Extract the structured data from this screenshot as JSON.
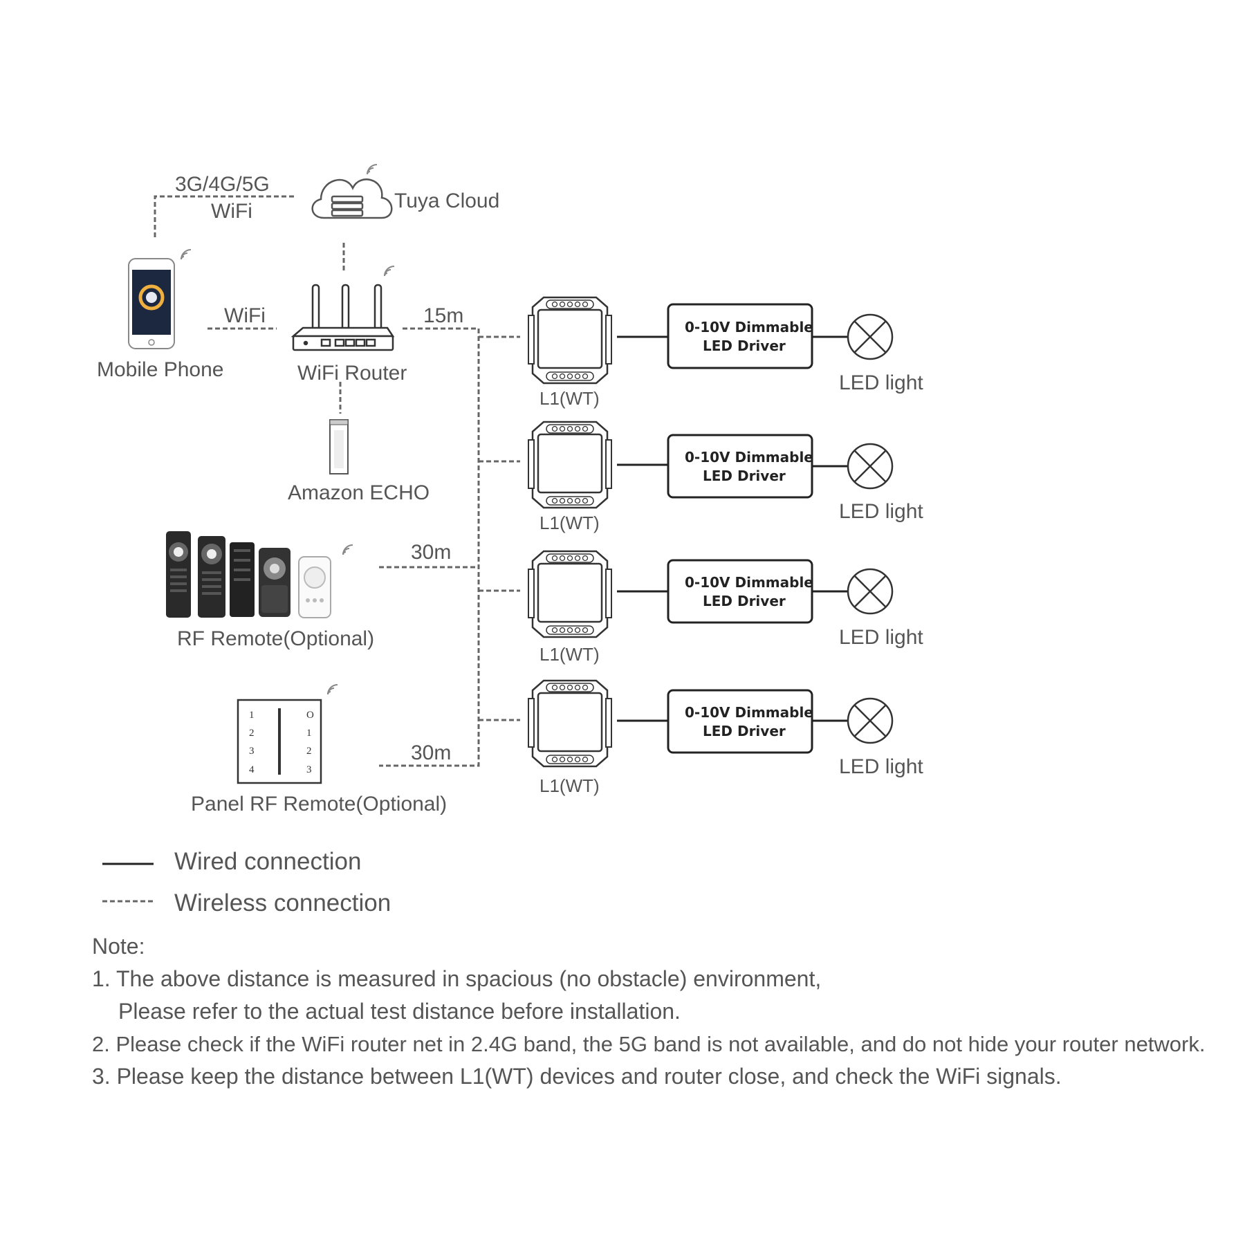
{
  "labels": {
    "network": "3G/4G/5G",
    "network_wifi": "WiFi",
    "cloud": "Tuya Cloud",
    "phone": "Mobile Phone",
    "phone_link": "WiFi",
    "router": "WiFi Router",
    "router_distance": "15m",
    "echo": "Amazon ECHO",
    "rf_remote": "RF Remote(Optional)",
    "rf_distance": "30m",
    "panel": "Panel RF Remote(Optional)",
    "panel_distance": "30m"
  },
  "panel_keys": {
    "left": [
      "1",
      "2",
      "3",
      "4"
    ],
    "right": [
      "O",
      "1",
      "2",
      "3"
    ]
  },
  "rows": [
    {
      "device": "L1(WT)",
      "driver_line1": "0-10V Dimmable",
      "driver_line2": "LED Driver",
      "light": "LED light"
    },
    {
      "device": "L1(WT)",
      "driver_line1": "0-10V Dimmable",
      "driver_line2": "LED Driver",
      "light": "LED light"
    },
    {
      "device": "L1(WT)",
      "driver_line1": "0-10V Dimmable",
      "driver_line2": "LED Driver",
      "light": "LED light"
    },
    {
      "device": "L1(WT)",
      "driver_line1": "0-10V Dimmable",
      "driver_line2": "LED Driver",
      "light": "LED light"
    }
  ],
  "legend": {
    "wired": "Wired connection",
    "wireless": "Wireless connection"
  },
  "notes": {
    "heading": "Note:",
    "n1": "1. The above distance is measured in spacious (no obstacle) environment,",
    "n1b": "Please refer to the actual test distance before installation.",
    "n2": "2. Please check if the WiFi router net in 2.4G band, the 5G band is not available, and do not hide your router network.",
    "n3": "3. Please keep the distance between L1(WT) devices and router close, and check the WiFi signals."
  }
}
